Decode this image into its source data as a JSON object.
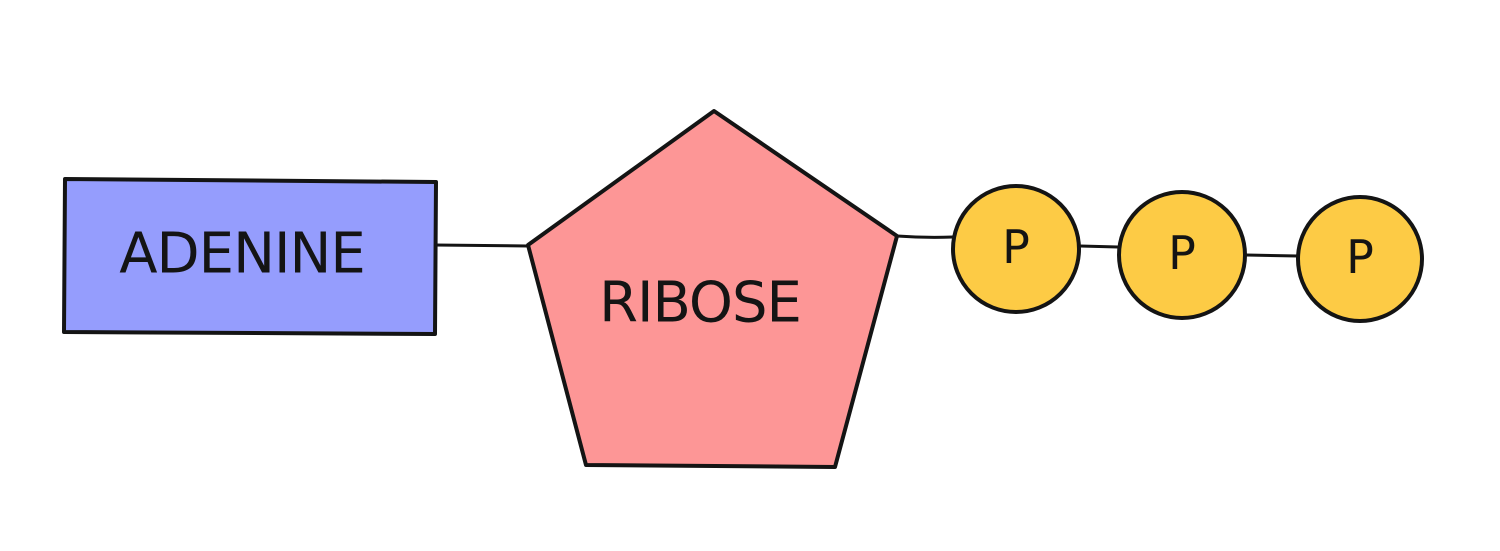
{
  "diagram": {
    "adenine": {
      "label": "ADENINE",
      "color": "#959dfd"
    },
    "ribose": {
      "label": "RIBOSE",
      "color": "#fd9696"
    },
    "phosphates": [
      {
        "label": "P",
        "color": "#fdcb45"
      },
      {
        "label": "P",
        "color": "#fdcb45"
      },
      {
        "label": "P",
        "color": "#fdcb45"
      }
    ],
    "outline_color": "#141414"
  }
}
